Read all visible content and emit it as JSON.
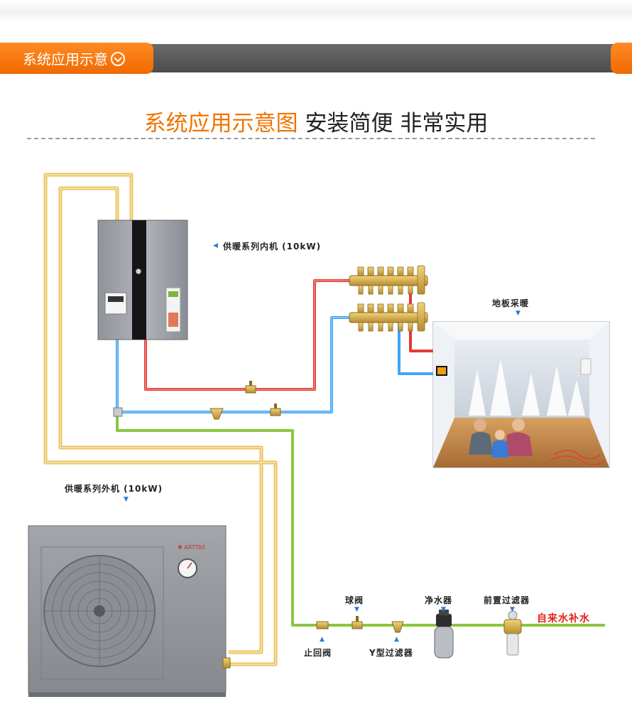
{
  "banner": {
    "title": "系统应用示意"
  },
  "headline": {
    "highlight": "系统应用示意图",
    "rest": "安装简便 非常实用"
  },
  "labels": {
    "indoor_unit": "供暖系列内机 (10kW)",
    "floor_heating": "地板采暖",
    "outdoor_unit": "供暖系列外机 (10kW)",
    "ball_valve": "球阀",
    "water_purifier": "净水器",
    "pre_filter": "前置过滤器",
    "tap_water": "自来水补水",
    "check_valve": "止回阀",
    "y_filter": "Y型过滤器"
  },
  "colors": {
    "accent": "#f07400",
    "hot_pipe": "#e53935",
    "cold_pipe": "#42a5f5",
    "refrigerant_pipe": "#e8c15a",
    "water_pipe": "#8cc63f"
  }
}
